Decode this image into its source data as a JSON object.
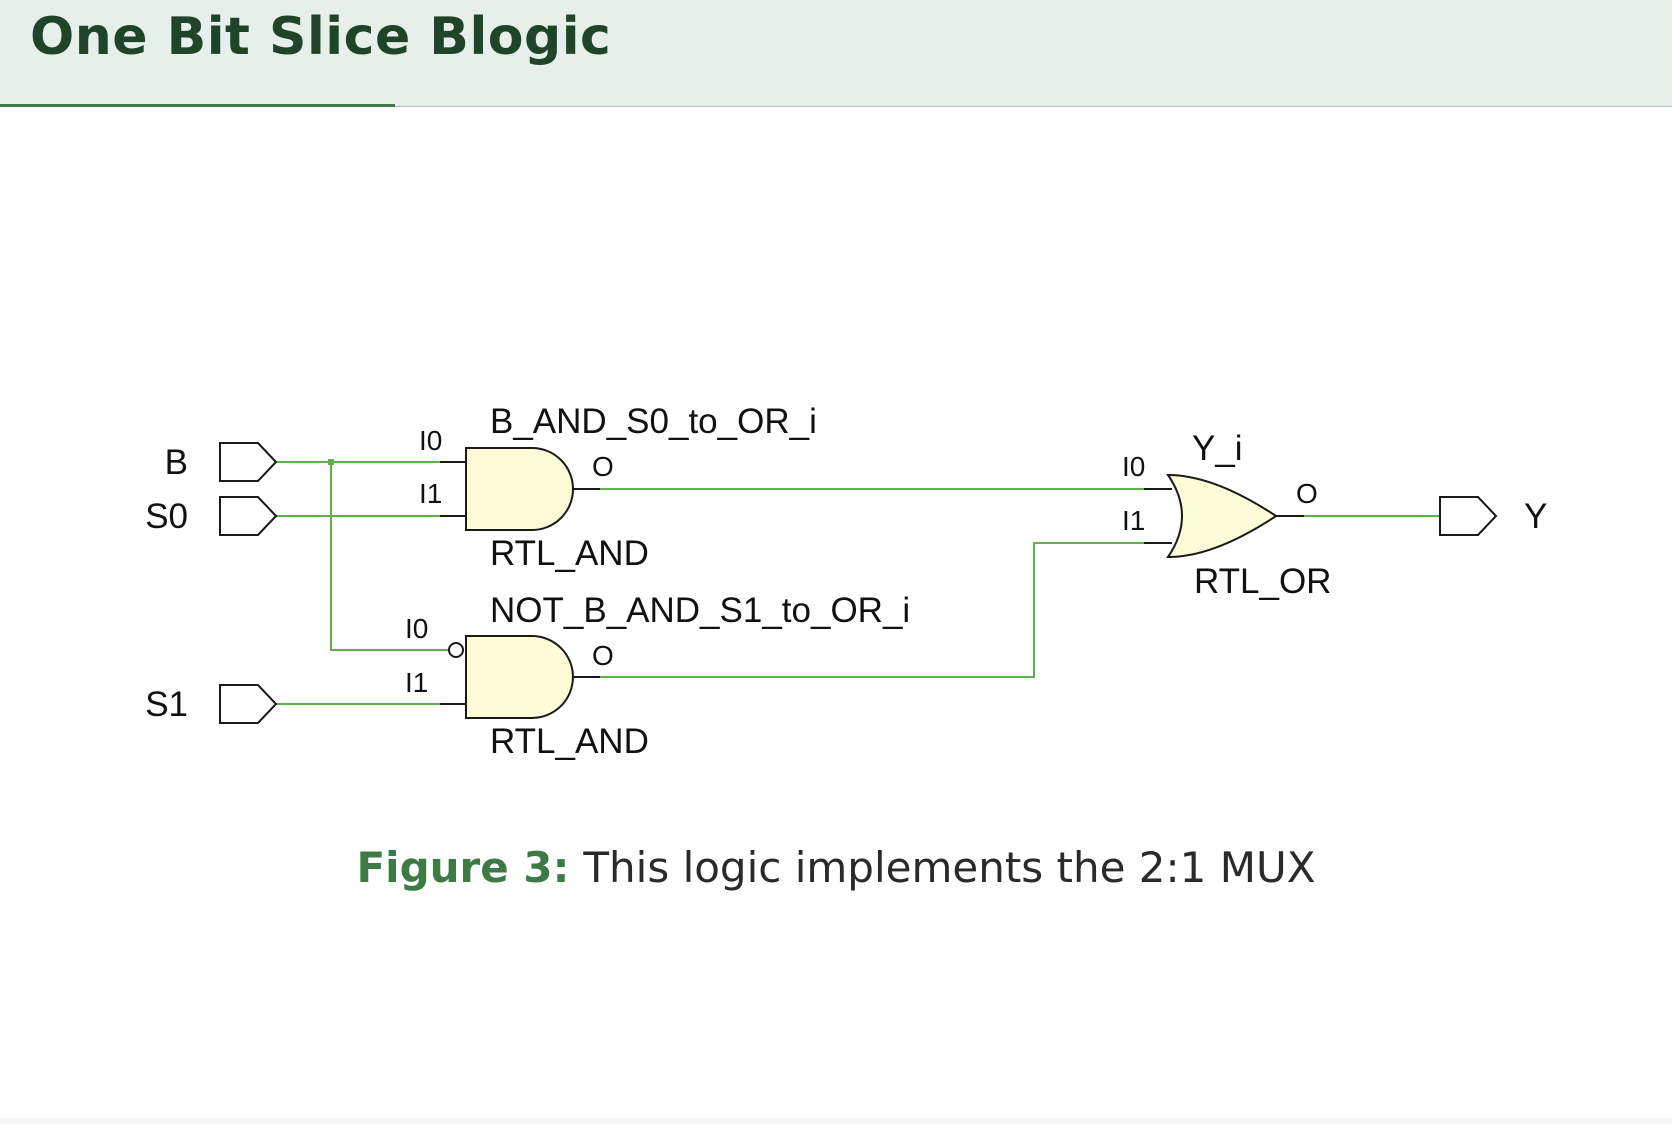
{
  "slide": {
    "title": "One Bit Slice Blogic"
  },
  "diagram": {
    "ports": {
      "in_b": "B",
      "in_s0": "S0",
      "in_s1": "S1",
      "out_y": "Y"
    },
    "gate_and_top": {
      "instance": "B_AND_S0_to_OR_i",
      "type": "RTL_AND",
      "pin_i0": "I0",
      "pin_i1": "I1",
      "pin_o": "O"
    },
    "gate_and_bottom": {
      "instance": "NOT_B_AND_S1_to_OR_i",
      "type": "RTL_AND",
      "pin_i0": "I0",
      "pin_i1": "I1",
      "pin_o": "O"
    },
    "gate_or": {
      "instance": "Y_i",
      "type": "RTL_OR",
      "pin_i0": "I0",
      "pin_i1": "I1",
      "pin_o": "O"
    },
    "colors": {
      "wire": "#5cb34a",
      "gate_fill": "#fdfbd8",
      "gate_stroke": "#1a1a1a",
      "title": "#1f4428",
      "header_bg": "#e6efe9",
      "caption_label": "#3d7a45"
    }
  },
  "caption": {
    "label": "Figure 3:",
    "text": "This logic implements the 2:1 MUX"
  }
}
